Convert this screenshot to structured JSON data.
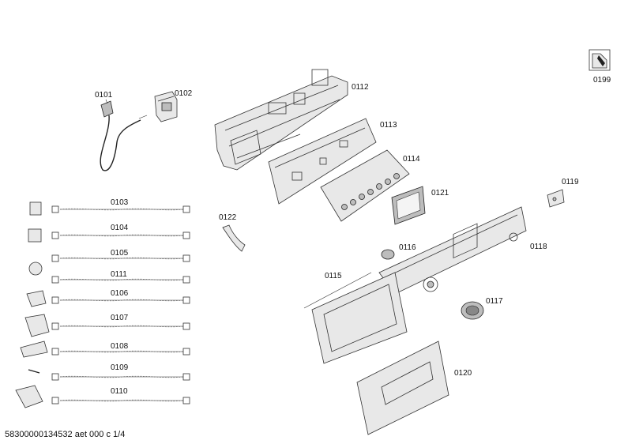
{
  "diagram": {
    "footer": "58300000134532 aet 000 c 1/4",
    "parts": {
      "p0101": "0101",
      "p0102": "0102",
      "p0103": "0103",
      "p0104": "0104",
      "p0105": "0105",
      "p0106": "0106",
      "p0107": "0107",
      "p0108": "0108",
      "p0109": "0109",
      "p0110": "0110",
      "p0111": "0111",
      "p0112": "0112",
      "p0113": "0113",
      "p0114": "0114",
      "p0115": "0115",
      "p0116": "0116",
      "p0117": "0117",
      "p0118": "0118",
      "p0119": "0119",
      "p0120": "0120",
      "p0121": "0121",
      "p0122": "0122",
      "p0199": "0199"
    },
    "icons": {
      "service_icon": "wrench-document-icon"
    }
  }
}
